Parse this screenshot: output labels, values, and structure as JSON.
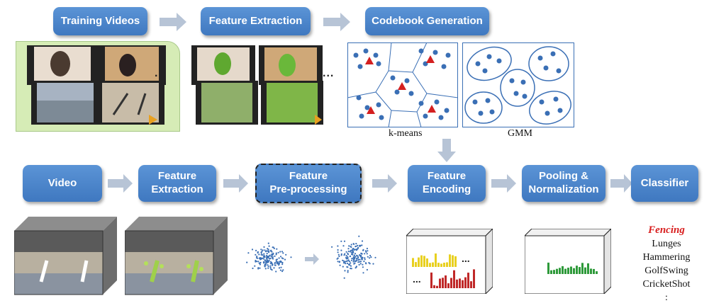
{
  "top_row": {
    "training_videos": "Training Videos",
    "feature_extraction": "Feature Extraction",
    "codebook_generation": "Codebook Generation"
  },
  "codebook": {
    "kmeans_label": "k-means",
    "gmm_label": "GMM"
  },
  "pipeline": {
    "video": "Video",
    "feature_extraction": "Feature\nExtraction",
    "feature_preprocessing": "Feature\nPre-processing",
    "feature_encoding": "Feature\nEncoding",
    "pooling_normalization": "Pooling &\nNormalization",
    "classifier": "Classifier"
  },
  "ellipsis": "...",
  "classes": [
    "Fencing",
    "Lunges",
    "Hammering",
    "GolfSwing",
    "CricketShot",
    ":"
  ],
  "colors": {
    "box": "#4a86cc",
    "arrow": "#b7c4d6",
    "training_bg": "#d6ecb6",
    "centroid": "#d42020",
    "point": "#3a6fb5",
    "hist_yellow": "#e8d020",
    "hist_red": "#c02828",
    "hist_green": "#2e9a3a",
    "highlight_class": "#d81e1e"
  }
}
